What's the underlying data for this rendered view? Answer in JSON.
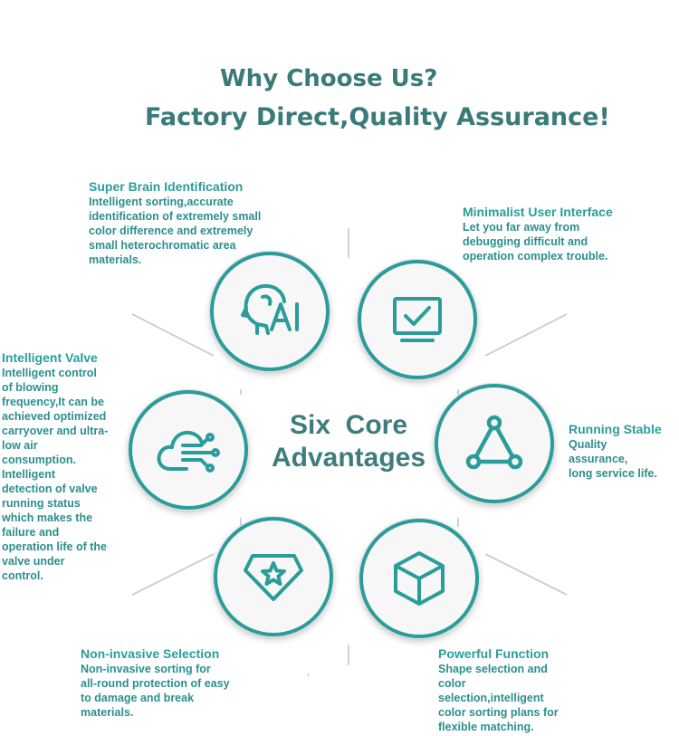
{
  "heading": {
    "line1": "Why Choose Us?",
    "line2": "Factory Direct,Quality Assurance!"
  },
  "center": {
    "line1": "Six  Core",
    "line2": "Advantages"
  },
  "colors": {
    "accent": "#2a9d9a",
    "title": "#3a7a7a",
    "circle_fill": "#f7f7f7",
    "lines": "#c8c8c8"
  },
  "features": [
    {
      "icon": "ai-head-icon",
      "title": "Super Brain Identification",
      "lines": [
        "Intelligent sorting,accurate",
        "identification of extremely small",
        "color difference and extremely",
        "small heterochromatic area",
        "materials."
      ]
    },
    {
      "icon": "monitor-check-icon",
      "title": "Minimalist User Interface",
      "lines": [
        "Let you far away from",
        "debugging difficult and",
        "operation complex trouble."
      ]
    },
    {
      "icon": "triangle-nodes-icon",
      "title": "Running Stable",
      "lines": [
        "Quality",
        "assurance,",
        "long service life."
      ]
    },
    {
      "icon": "cube-icon",
      "title": "Powerful Function",
      "lines": [
        "Shape selection and",
        "color",
        "selection,intelligent",
        "color sorting plans for",
        "flexible matching."
      ]
    },
    {
      "icon": "diamond-star-icon",
      "title": "Non-invasive Selection",
      "lines": [
        "Non-invasive sorting for",
        "all-round protection of easy",
        "to damage and break",
        "materials."
      ]
    },
    {
      "icon": "cloud-circuit-icon",
      "title": "Intelligent Valve",
      "lines": [
        "Intelligent control",
        "of blowing",
        "frequency,It can be",
        "achieved optimized",
        "carryover and ultra-",
        "low air",
        "consumption.",
        "Intelligent",
        "detection of valve",
        "running status",
        "which makes the",
        "failure and",
        "operation life of the",
        "valve under",
        "control."
      ]
    }
  ]
}
